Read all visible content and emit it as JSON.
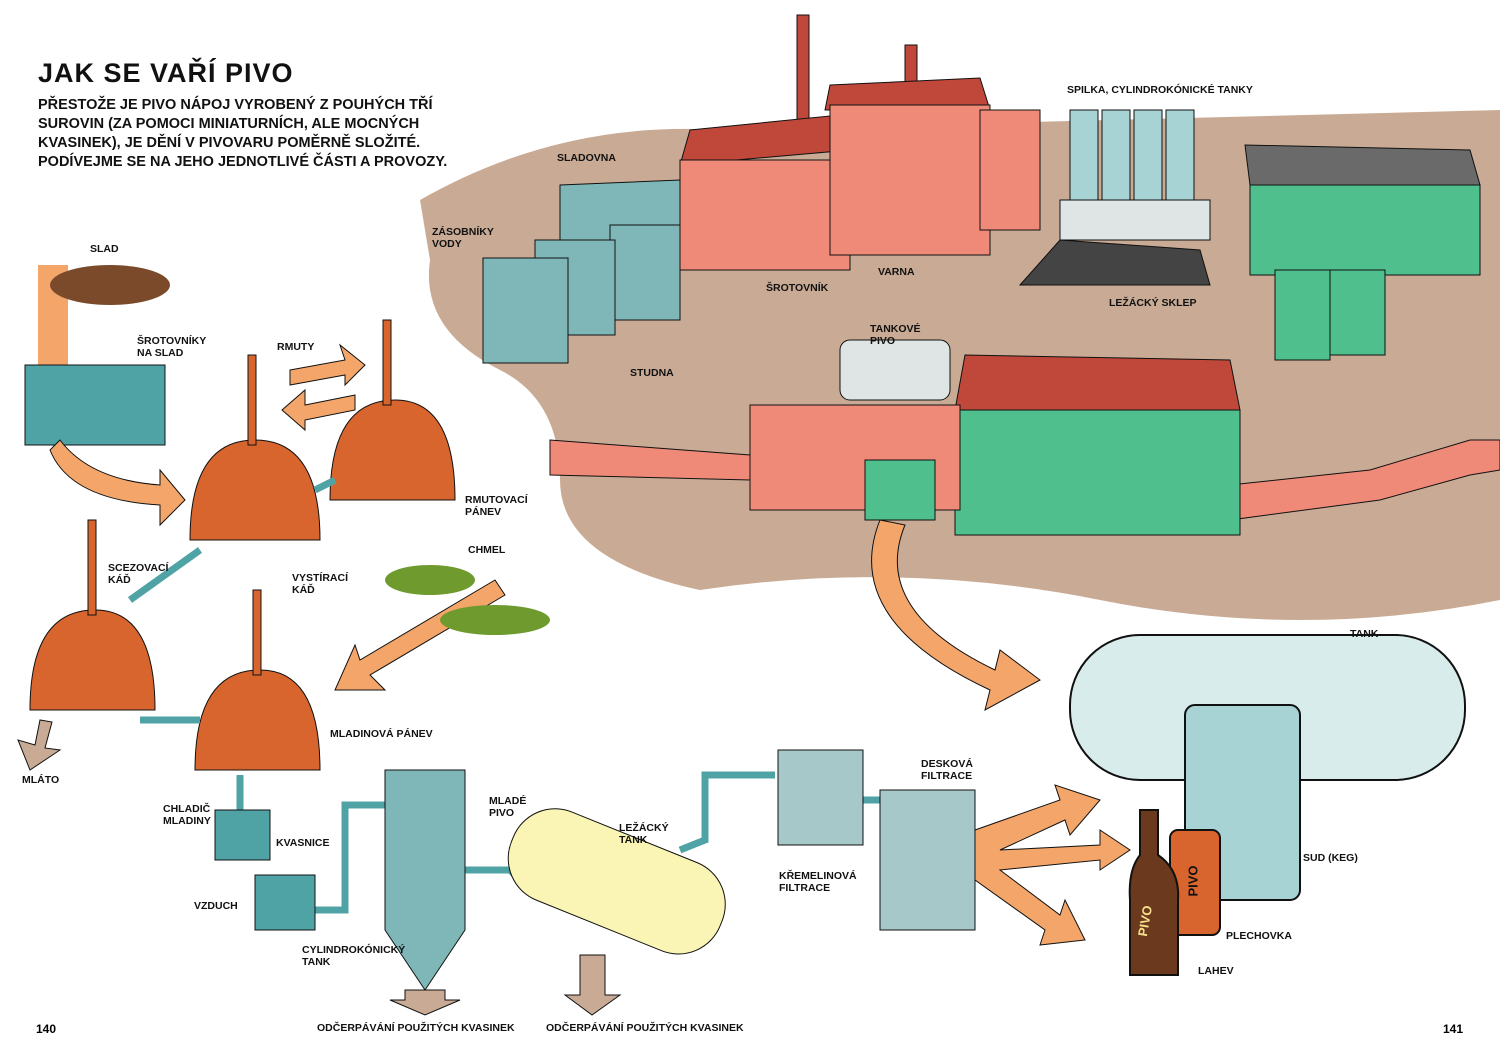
{
  "title": "JAK SE VAŘÍ PIVO",
  "intro": [
    "PŘESTOŽE JE PIVO NÁPOJ VYROBENÝ Z POUHÝCH TŘÍ",
    "SUROVIN (ZA POMOCI MINIATURNÍCH, ALE MOCNÝCH",
    "KVASINEK), JE DĚNÍ V PIVOVARU POMĚRNĚ SLOŽITÉ.",
    "PODÍVEJME SE NA JEHO JEDNOTLIVÉ ČÁSTI A PROVOZY."
  ],
  "brewery_labels": {
    "sladovna": "SLADOVNA",
    "zasobniky": [
      "ZÁSOBNÍKY",
      "VODY"
    ],
    "srotovnik": "ŠROTOVNÍK",
    "varna": "VARNA",
    "studna": "STUDNA",
    "spilka": "SPILKA, CYLINDROKÓNICKÉ TANKY",
    "lezacky_sklep": "LEŽÁCKÝ SKLEP",
    "tankove_pivo": [
      "TANKOVÉ",
      "PIVO"
    ]
  },
  "process_labels": {
    "slad": "SLAD",
    "srotovniky": [
      "ŠROTOVNÍKY",
      "NA SLAD"
    ],
    "rmuty": "RMUTY",
    "rmutovaci": [
      "RMUTOVACÍ",
      "PÁNEV"
    ],
    "chmel": "CHMEL",
    "scezovaci": [
      "SCEZOVACÍ",
      "KÁĎ"
    ],
    "vystiraci": [
      "VYSTÍRACÍ",
      "KÁĎ"
    ],
    "mladinova": "MLADINOVÁ PÁNEV",
    "mlato": "MLÁTO",
    "chladic": [
      "CHLADIČ",
      "MLADINY"
    ],
    "kvasnice": "KVASNICE",
    "vzduch": "VZDUCH",
    "mlade_pivo": [
      "MLADÉ",
      "PIVO"
    ],
    "cylindro": [
      "CYLINDROKÓNICKÝ",
      "TANK"
    ],
    "lezacky_tank": [
      "LEŽÁCKÝ",
      "TANK"
    ],
    "kremelinova": [
      "KŘEMELINOVÁ",
      "FILTRACE"
    ],
    "deskova": [
      "DESKOVÁ",
      "FILTRACE"
    ],
    "tank": "TANK",
    "sud": "SUD (KEG)",
    "plechovka": "PLECHOVKA",
    "lahev": "LAHEV",
    "odcerpavani_1": "ODČERPÁVÁNÍ POUŽITÝCH KVASINEK",
    "odcerpavani_2": "ODČERPÁVÁNÍ POUŽITÝCH KVASINEK",
    "can_text": "PIVO",
    "bottle_text": "PIVO"
  },
  "pages": {
    "left": "140",
    "right": "141"
  },
  "colors": {
    "ground": "#c9ab95",
    "copper": "#d9652e",
    "teal": "#4fa3a5",
    "arrow": "#f4a66a",
    "wall": "#ef8a78",
    "green": "#4fc08d"
  }
}
